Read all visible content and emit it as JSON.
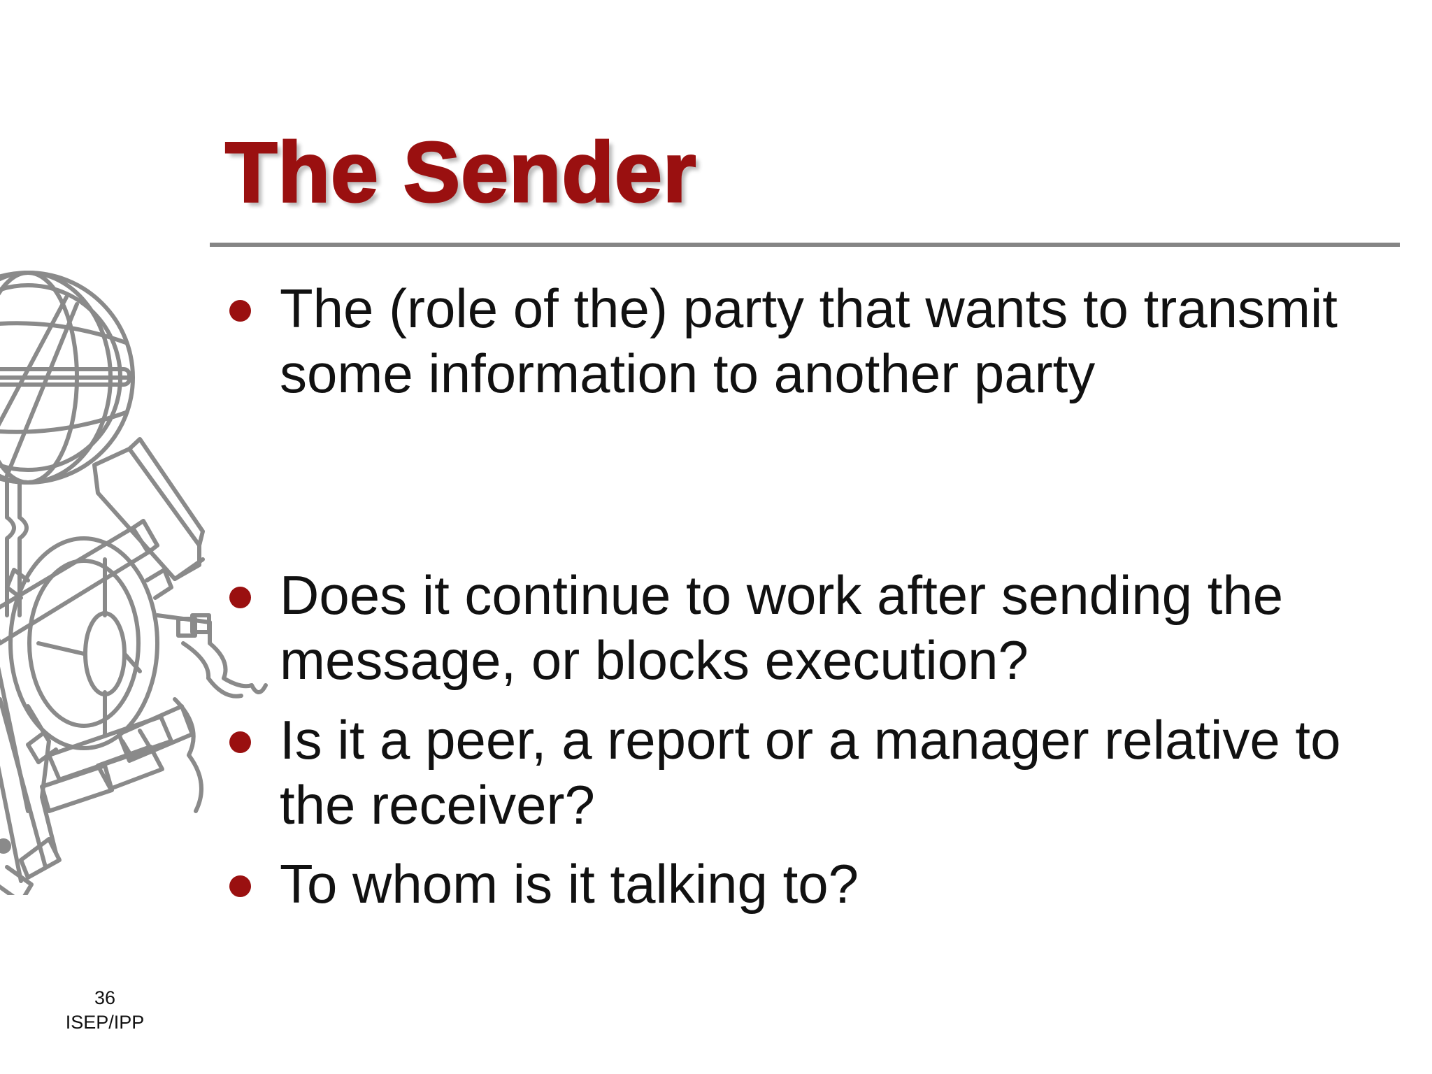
{
  "slide": {
    "title": "The Sender",
    "bullets": [
      "The (role of the) party that wants to transmit some information to another party",
      "Does it continue to work after sending the message, or blocks execution?",
      "Is it a peer, a report or a manager relative to the receiver?",
      "To whom is it talking to?"
    ],
    "page_number": "36",
    "organization": "ISEP/IPP"
  },
  "colors": {
    "title": "#9a1010",
    "bullet_dot": "#9a1010",
    "rule": "#858585",
    "emblem": "#8a8a8a"
  },
  "icons": {
    "emblem": "institution-emblem-icon"
  }
}
